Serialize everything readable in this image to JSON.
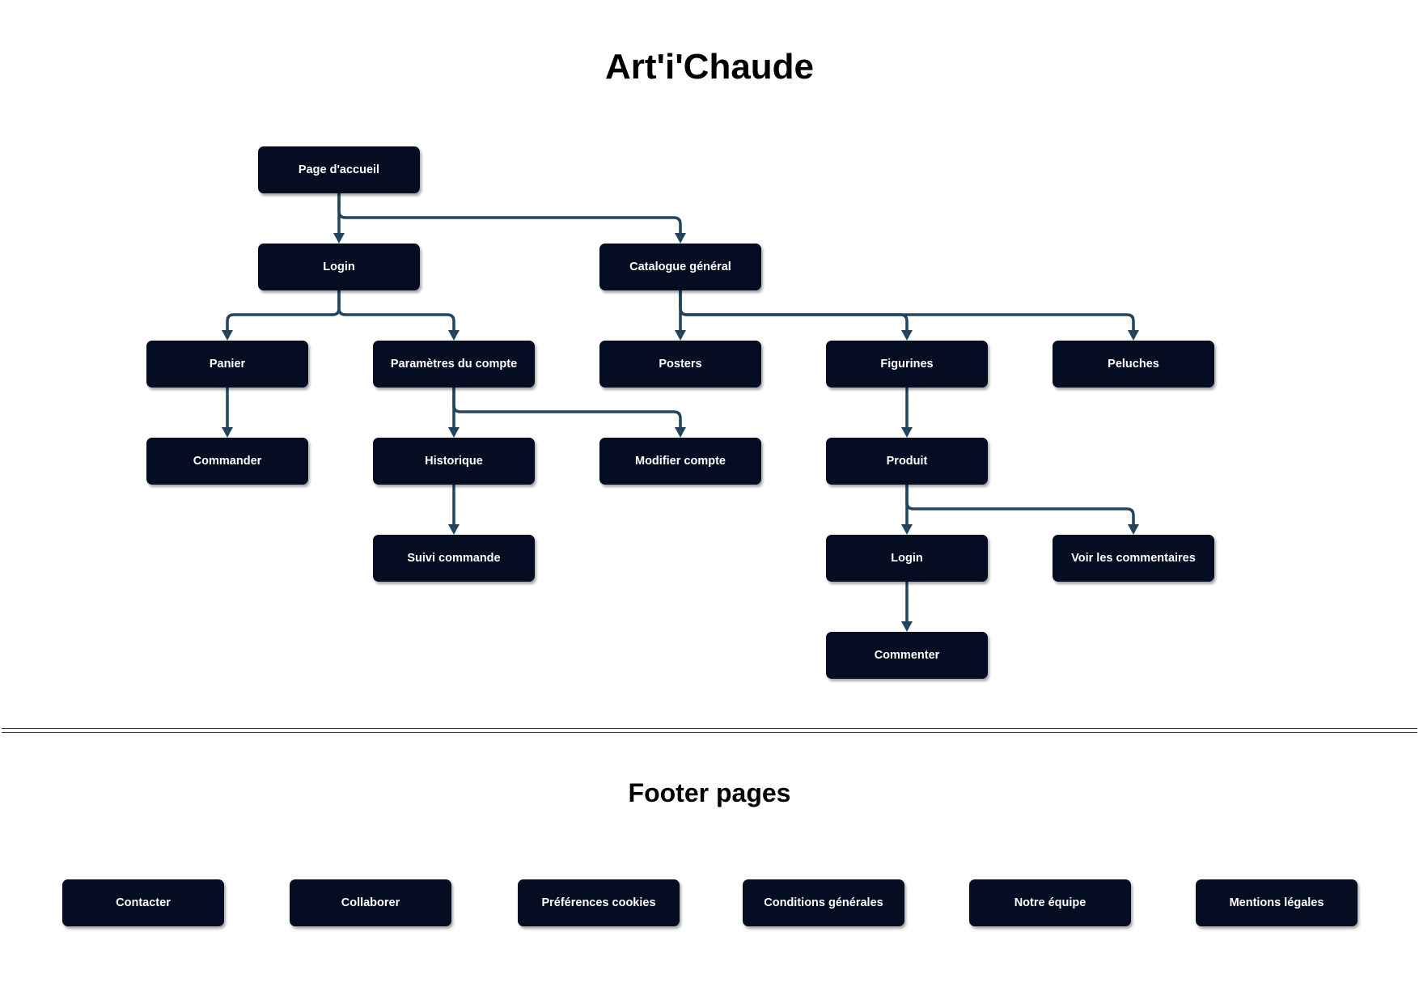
{
  "title": "Art'i'Chaude",
  "footer_title": "Footer pages",
  "colors": {
    "node_fill": "#050d22",
    "node_text": "#ffffff",
    "connector": "#23445d"
  },
  "nodes": {
    "home": "Page d'accueil",
    "login": "Login",
    "catalog": "Catalogue général",
    "cart": "Panier",
    "account_settings": "Paramètres du compte",
    "posters": "Posters",
    "figurines": "Figurines",
    "plush": "Peluches",
    "order": "Commander",
    "history": "Historique",
    "edit_account": "Modifier compte",
    "product": "Produit",
    "order_tracking": "Suivi commande",
    "product_login": "Login",
    "view_comments": "Voir les commentaires",
    "comment": "Commenter"
  },
  "edges": [
    [
      "home",
      "login"
    ],
    [
      "home",
      "catalog"
    ],
    [
      "login",
      "cart"
    ],
    [
      "login",
      "account_settings"
    ],
    [
      "catalog",
      "posters"
    ],
    [
      "catalog",
      "figurines"
    ],
    [
      "catalog",
      "plush"
    ],
    [
      "cart",
      "order"
    ],
    [
      "account_settings",
      "history"
    ],
    [
      "account_settings",
      "edit_account"
    ],
    [
      "figurines",
      "product"
    ],
    [
      "history",
      "order_tracking"
    ],
    [
      "product",
      "product_login"
    ],
    [
      "product",
      "view_comments"
    ],
    [
      "product_login",
      "comment"
    ]
  ],
  "footer": {
    "items": [
      "Contacter",
      "Collaborer",
      "Préférences cookies",
      "Conditions générales",
      "Notre équipe",
      "Mentions légales"
    ]
  }
}
